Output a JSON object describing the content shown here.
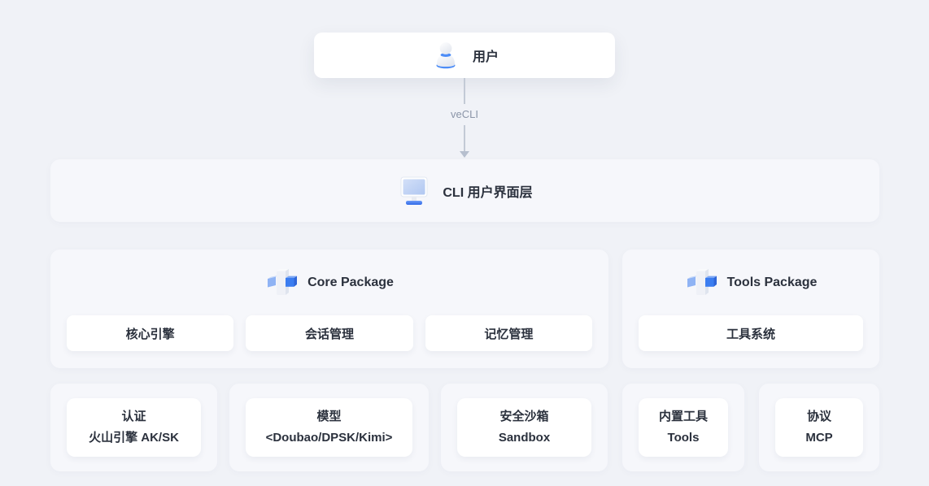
{
  "page": {
    "background": "#f0f2f7",
    "panel_bg": "#f6f7fb",
    "card_bg": "#ffffff",
    "text_color": "#2b313d",
    "muted_color": "#8b95a8",
    "accent_blue": "#3b7df0"
  },
  "icons": {
    "user": "user-avatar-icon",
    "cli": "monitor-icon",
    "package": "package-cube-icon",
    "arrow": "arrow-down-icon"
  },
  "user_node": {
    "label": "用户"
  },
  "connector": {
    "label": "veCLI"
  },
  "cli_layer": {
    "label": "CLI 用户界面层"
  },
  "packages": [
    {
      "title": "Core Package",
      "cards": [
        {
          "label": "核心引擎"
        },
        {
          "label": "会话管理"
        },
        {
          "label": "记忆管理"
        }
      ]
    },
    {
      "title": "Tools Package",
      "cards": [
        {
          "label": "工具系统"
        }
      ]
    }
  ],
  "bottom_nodes": [
    {
      "line1": "认证",
      "line2": "火山引擎 AK/SK"
    },
    {
      "line1": "模型",
      "line2": "<Doubao/DPSK/Kimi>"
    },
    {
      "line1": "安全沙箱",
      "line2": "Sandbox"
    },
    {
      "line1": "内置工具",
      "line2": "Tools"
    },
    {
      "line1": "协议",
      "line2": "MCP"
    }
  ]
}
